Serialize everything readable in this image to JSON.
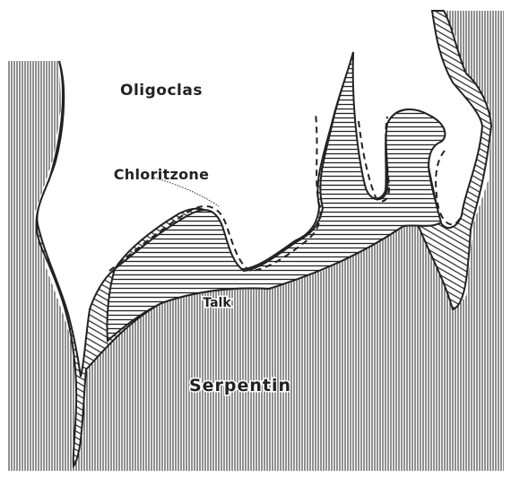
{
  "labels": {
    "oligoclas": "Oligoclas",
    "chloritzone": "Chloritzone",
    "talk": "Talk",
    "serpentin": "Serpentin"
  },
  "colors": {
    "ink": "#222222",
    "paper": "#ffffff"
  }
}
